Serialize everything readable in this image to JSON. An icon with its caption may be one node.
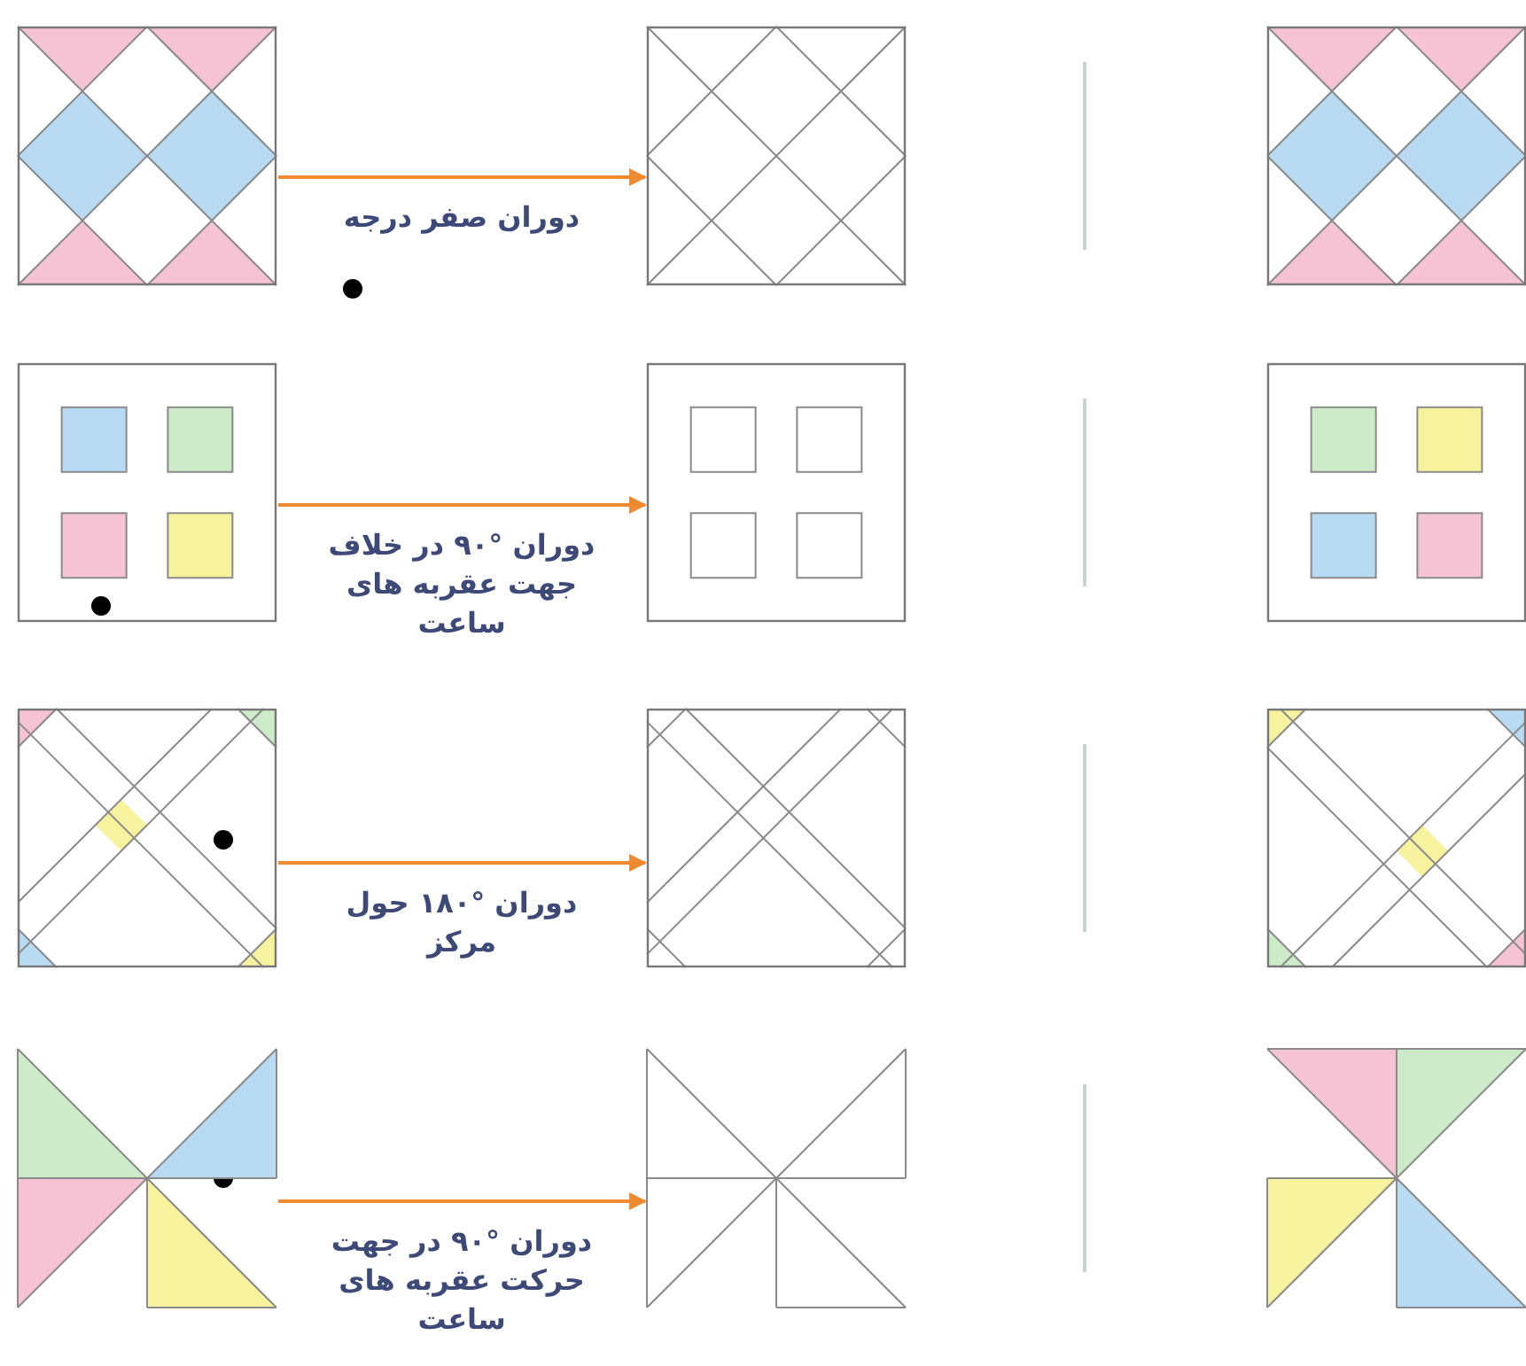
{
  "diagram": {
    "nodes": [
      {
        "text": [],
        "shape": "box"
      },
      {
        "text": [],
        "shape": "box"
      },
      {
        "text": [],
        "shape": "box"
      },
      {
        "text": [],
        "shape": "box"
      },
      {
        "text": [],
        "shape": "box"
      },
      {
        "text": [],
        "shape": "box"
      },
      {
        "text": [],
        "shape": "box"
      },
      {
        "text": [],
        "shape": "box"
      },
      {
        "text": [],
        "shape": "box"
      },
      {
        "text": [],
        "shape": "box"
      },
      {
        "text": [],
        "shape": "box"
      },
      {
        "text": [],
        "shape": "box"
      }
    ],
    "edges": [
      {
        "from": 0,
        "to": 1,
        "arrow": "to",
        "label": "دوران صفر درجه"
      },
      {
        "from": 3,
        "to": 4,
        "arrow": "to",
        "label": "دوران °۹۰ در خلاف جهت عقربه های ساعت"
      },
      {
        "from": 6,
        "to": 7,
        "arrow": "to",
        "label": "دوران °۱۸۰ حول مرکز"
      },
      {
        "from": 9,
        "to": 10,
        "arrow": "to",
        "label": "دوران °۹۰ در جهت حرکت عقربه های ساعت"
      }
    ]
  }
}
